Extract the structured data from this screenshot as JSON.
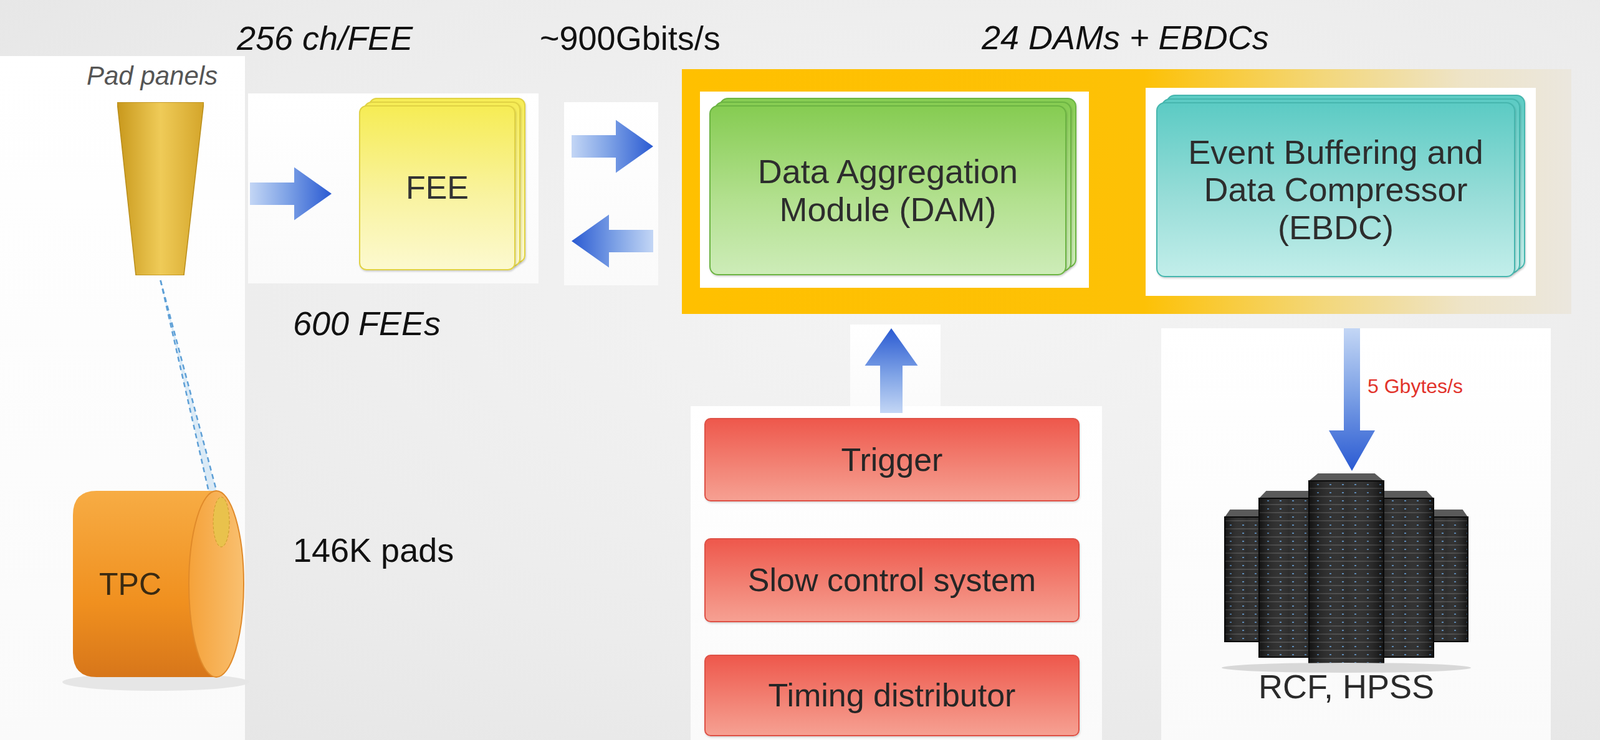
{
  "diagram": {
    "nodes": [
      {
        "text": [
          "Pad panels"
        ]
      },
      {
        "text": [
          "FEE"
        ]
      },
      {
        "text": [
          "TPC"
        ]
      },
      {
        "text": [
          "24 DAMs + EBDCs"
        ]
      },
      {
        "text": [
          "Data Aggregation Module (DAM)"
        ],
        "in": 3
      },
      {
        "text": [
          "Event Buffering and Data Compressor (EBDC)"
        ],
        "in": 3
      },
      {
        "text": [
          "Trigger"
        ]
      },
      {
        "text": [
          "Slow control system"
        ]
      },
      {
        "text": [
          "Timing distributor"
        ]
      },
      {
        "text": [
          "RCF, HPSS"
        ]
      }
    ],
    "edges": [
      {
        "from": 0,
        "to": 1,
        "arrow": "to"
      },
      {
        "from": 1,
        "to": 3,
        "arrow": "to"
      },
      {
        "from": 3,
        "to": 1,
        "arrow": "to"
      },
      {
        "from": 2,
        "to": 0,
        "arrow": "none"
      },
      {
        "from": 6,
        "to": 3,
        "arrow": "to"
      },
      {
        "from": 3,
        "to": 9,
        "label": "5 Gbytes/s",
        "arrow": "to"
      }
    ],
    "labels": [
      "256 ch/FEE",
      "~900Gbits/s",
      "600 FEEs",
      "146K pads"
    ]
  }
}
